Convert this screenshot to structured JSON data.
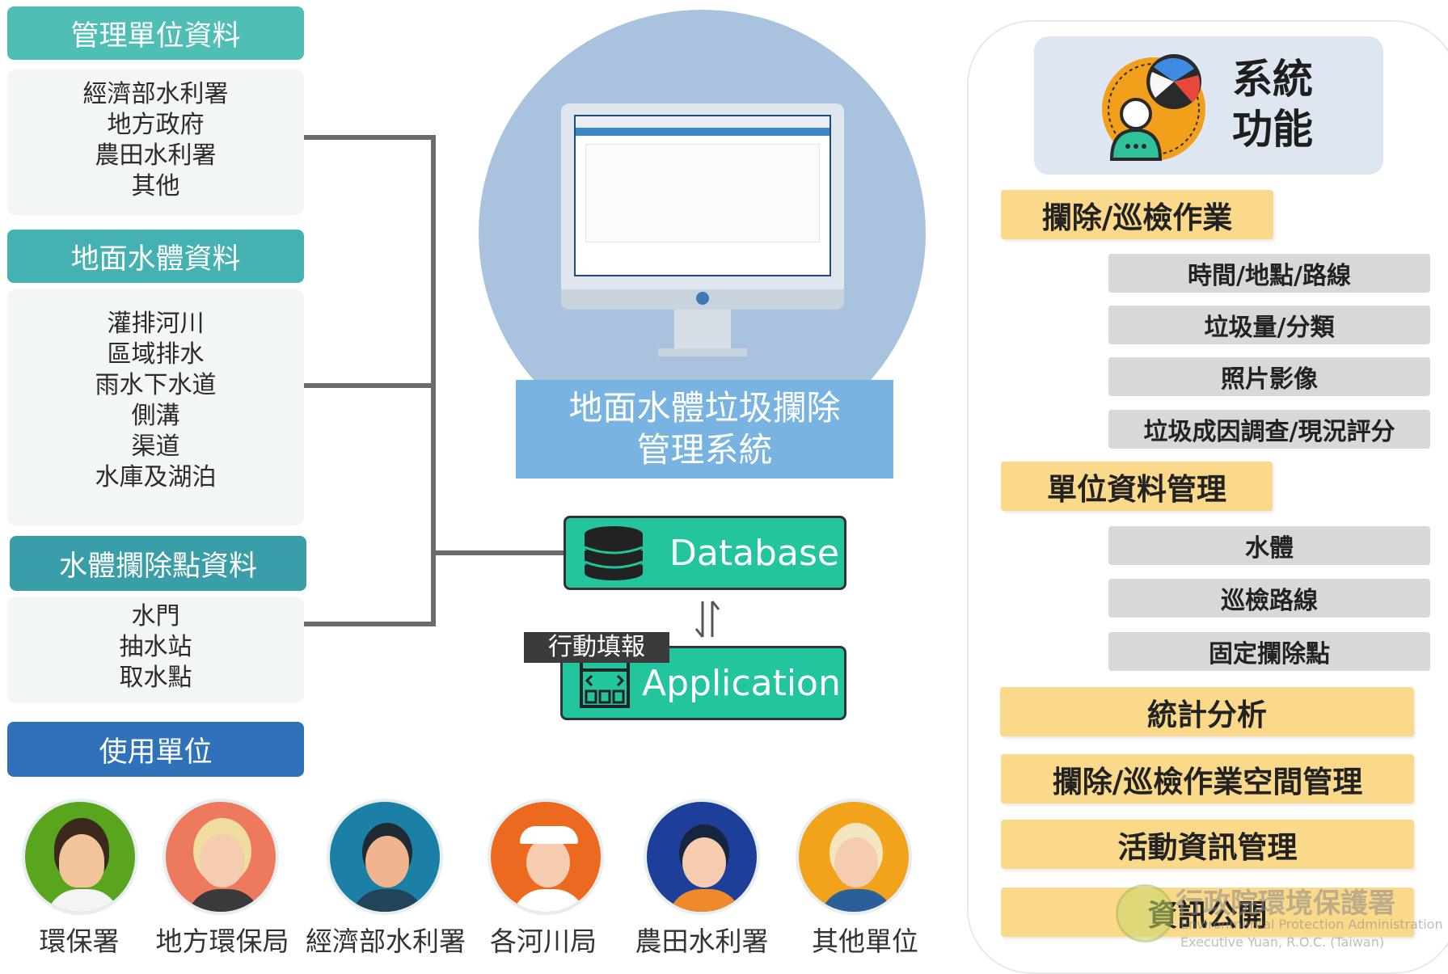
{
  "left": {
    "management": {
      "title": "管理單位資料",
      "items": [
        "經濟部水利署",
        "地方政府",
        "農田水利署",
        "其他"
      ]
    },
    "surface_water": {
      "title": "地面水體資料",
      "items": [
        "灌排河川",
        "區域排水",
        "雨水下水道",
        "側溝",
        "渠道",
        "水庫及湖泊"
      ]
    },
    "interception": {
      "title": "水體攔除點資料",
      "items": [
        "水門",
        "抽水站",
        "取水點"
      ]
    },
    "users_title": "使用單位"
  },
  "center": {
    "system_title_line1": "地面水體垃圾攔除",
    "system_title_line2": "管理系統",
    "database_label": "Database",
    "application_label": "Application",
    "mobile_tag": "行動填報"
  },
  "right": {
    "title_line1": "系統",
    "title_line2": "功能",
    "sections": [
      {
        "label": "攔除/巡檢作業",
        "subitems": [
          "時間/地點/路線",
          "垃圾量/分類",
          "照片影像",
          "垃圾成因調查/現況評分"
        ]
      },
      {
        "label": "單位資料管理",
        "subitems": [
          "水體",
          "巡檢路線",
          "固定攔除點"
        ]
      },
      {
        "label": "統計分析",
        "subitems": []
      },
      {
        "label": "攔除/巡檢作業空間管理",
        "subitems": []
      },
      {
        "label": "活動資訊管理",
        "subitems": []
      },
      {
        "label": "資訊公開",
        "subitems": []
      }
    ]
  },
  "watermark": {
    "line1": "行政院環境保護署",
    "line2": "Environmental Protection Administration",
    "line3": "Executive Yuan, R.O.C. (Taiwan)"
  },
  "users": [
    {
      "label": "環保署",
      "bg": "#5aa51e",
      "icon": "woman-doctor-avatar-icon"
    },
    {
      "label": "地方環保局",
      "bg": "#ee7a5e",
      "icon": "woman-glasses-avatar-icon"
    },
    {
      "label": "經濟部水利署",
      "bg": "#1b7fa6",
      "icon": "man-headset-avatar-icon"
    },
    {
      "label": "各河川局",
      "bg": "#ec6a1f",
      "icon": "captain-avatar-icon"
    },
    {
      "label": "農田水利署",
      "bg": "#1d3f9a",
      "icon": "worker-avatar-icon"
    },
    {
      "label": "其他單位",
      "bg": "#f2a31c",
      "icon": "blonde-avatar-icon"
    }
  ],
  "colors": {
    "header_teal": "#4fbfb5",
    "header_teal_dark": "#3a9ea9",
    "header_blue": "#2f72b9",
    "db_green": "#22c59d",
    "func_yellow": "#fbd98b",
    "func_gray": "#d8d8d8"
  }
}
